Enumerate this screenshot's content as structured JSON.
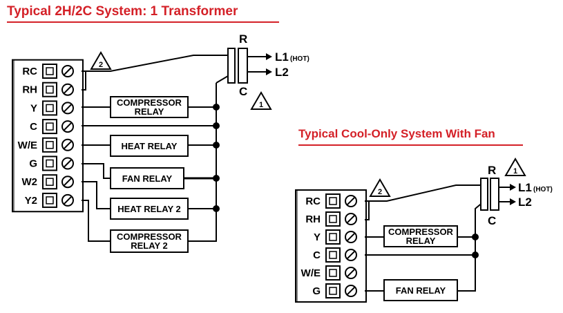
{
  "diagram1": {
    "title": "Typical 2H/2C System: 1 Transformer",
    "terminals": [
      "RC",
      "RH",
      "Y",
      "C",
      "W/E",
      "G",
      "W2",
      "Y2"
    ],
    "relays": [
      "COMPRESSOR|RELAY",
      "HEAT RELAY",
      "FAN RELAY",
      "HEAT RELAY 2",
      "COMPRESSOR|RELAY 2"
    ],
    "transformer": {
      "r": "R",
      "c": "C",
      "l1": "L1",
      "l1_note": "(HOT)",
      "l2": "L2"
    },
    "notes": [
      "2",
      "1"
    ]
  },
  "diagram2": {
    "title": "Typical Cool-Only System With Fan",
    "terminals": [
      "RC",
      "RH",
      "Y",
      "C",
      "W/E",
      "G"
    ],
    "relays": [
      "COMPRESSOR|RELAY",
      "FAN RELAY"
    ],
    "transformer": {
      "r": "R",
      "c": "C",
      "l1": "L1",
      "l1_note": "(HOT)",
      "l2": "L2"
    },
    "notes": [
      "2",
      "1"
    ]
  }
}
